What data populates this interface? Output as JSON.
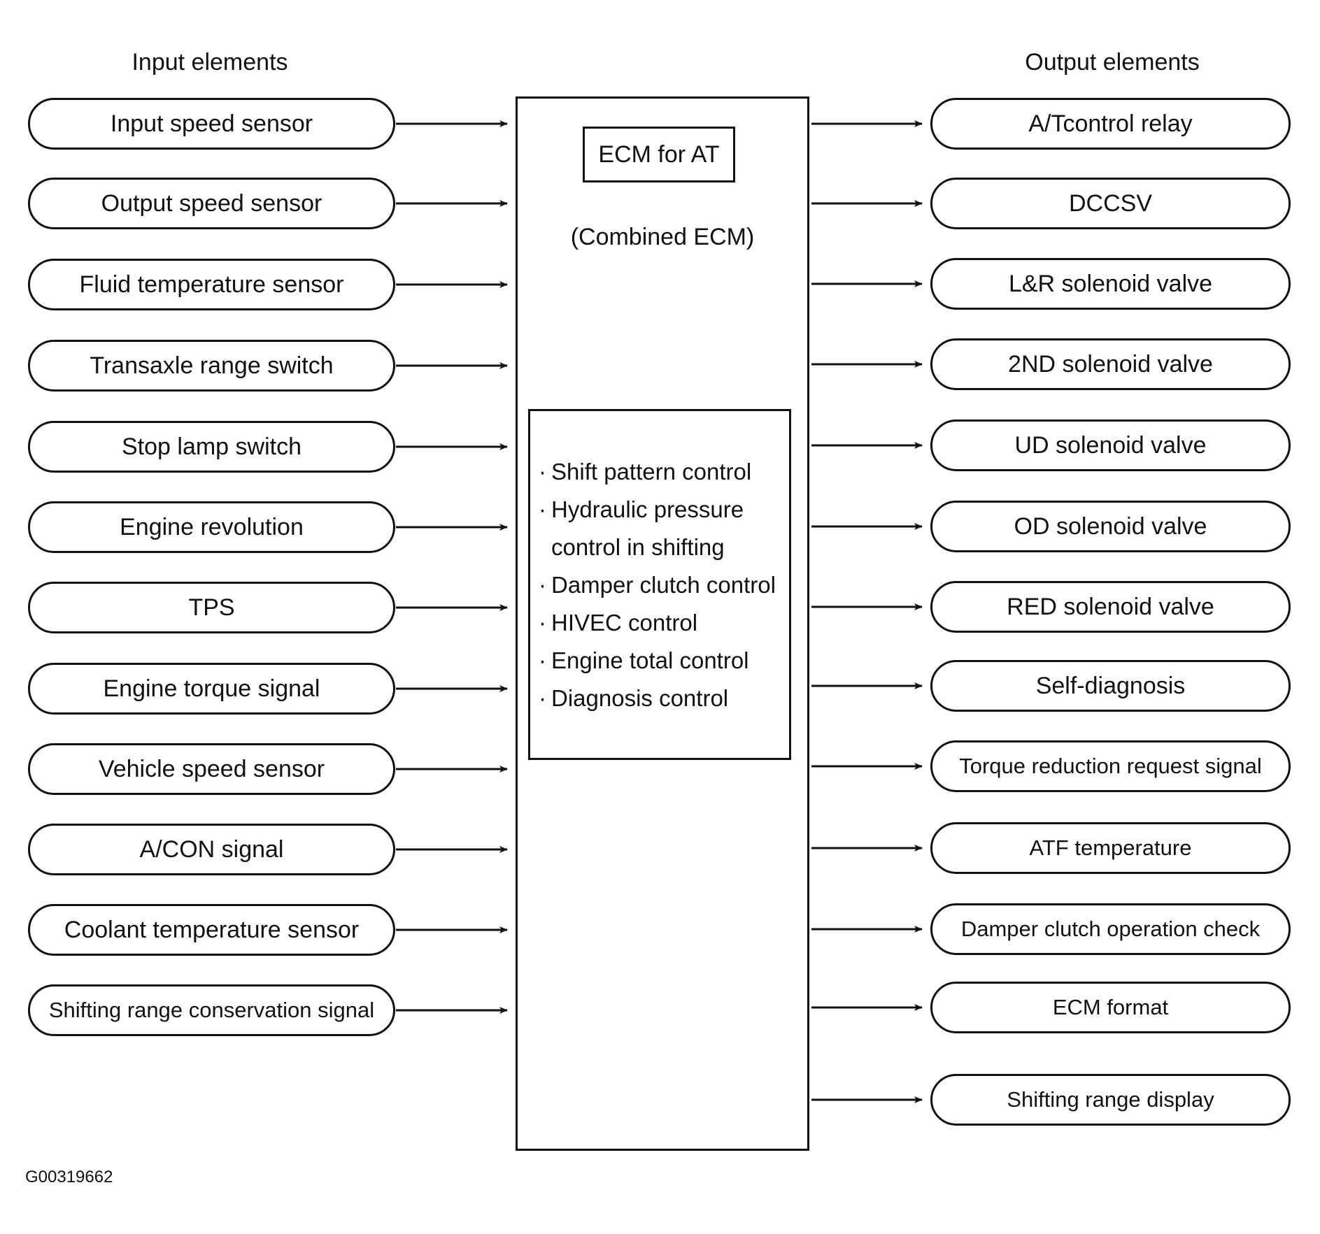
{
  "headings": {
    "inputs": "Input elements",
    "outputs": "Output elements"
  },
  "ecm": {
    "title": "ECM for AT",
    "subtitle": "(Combined ECM)",
    "functions": [
      "Shift pattern control",
      "Hydraulic pressure",
      "control in shifting",
      "Damper clutch control",
      "HIVEC control",
      "Engine total control",
      "Diagnosis control"
    ]
  },
  "inputs": [
    "Input speed sensor",
    "Output speed sensor",
    "Fluid temperature sensor",
    "Transaxle range switch",
    "Stop lamp switch",
    "Engine revolution",
    "TPS",
    "Engine torque signal",
    "Vehicle speed sensor",
    "A/CON signal",
    "Coolant temperature sensor",
    "Shifting range conservation signal"
  ],
  "outputs": [
    "A/Tcontrol relay",
    "DCCSV",
    "L&R solenoid valve",
    "2ND solenoid valve",
    "UD solenoid valve",
    "OD solenoid valve",
    "RED solenoid valve",
    "Self-diagnosis",
    "Torque reduction request signal",
    "ATF temperature",
    "Damper clutch operation check",
    "ECM format",
    "Shifting range display"
  ],
  "figure_id": "G00319662"
}
